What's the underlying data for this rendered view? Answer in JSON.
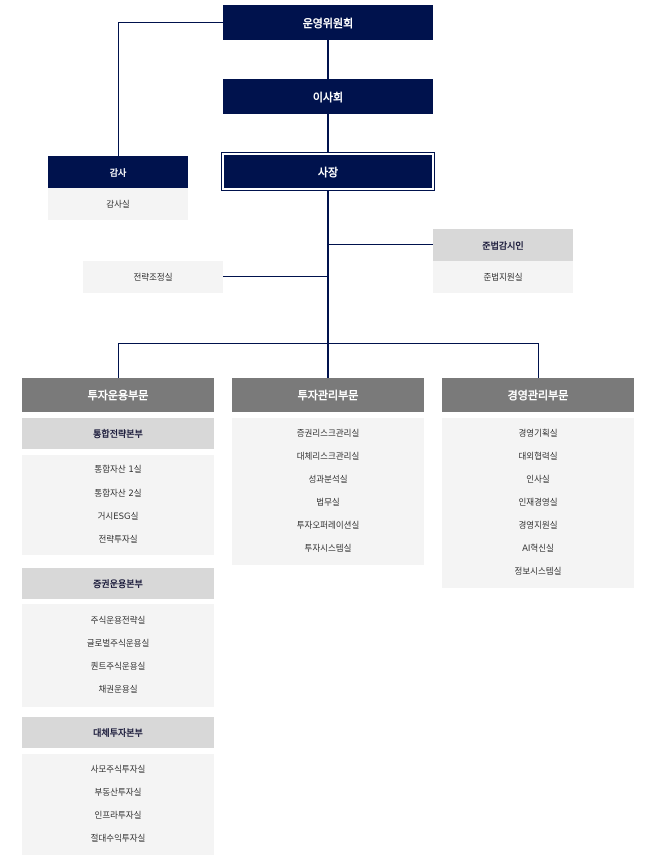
{
  "top": {
    "committee": "운영위원회",
    "board": "이사회",
    "ceo": "사장"
  },
  "audit": {
    "title": "감사",
    "office": "감사실"
  },
  "compliance": {
    "title": "준법감시인",
    "office": "준법지원실"
  },
  "strategy_office": "전략조정실",
  "divisions": [
    {
      "title": "투자운용부문",
      "groups": [
        {
          "title": "통합전략본부",
          "items": [
            "통합자산 1실",
            "통합자산 2실",
            "거시ESG실",
            "전략투자실"
          ]
        },
        {
          "title": "증권운용본부",
          "items": [
            "주식운용전략실",
            "글로벌주식운용실",
            "퀀트주식운용실",
            "채권운용실"
          ]
        },
        {
          "title": "대체투자본부",
          "items": [
            "사모주식투자실",
            "부동산투자실",
            "인프라투자실",
            "절대수익투자실"
          ]
        }
      ]
    },
    {
      "title": "투자관리부문",
      "items": [
        "증권리스크관리실",
        "대체리스크관리실",
        "성과분석실",
        "법무실",
        "투자오퍼레이션실",
        "투자시스템실"
      ]
    },
    {
      "title": "경영관리부문",
      "items": [
        "경영기획실",
        "대외협력실",
        "인사실",
        "인재경영실",
        "경영지원실",
        "AI혁신실",
        "정보시스템실"
      ]
    }
  ],
  "colors": {
    "navy": "#00124d",
    "header_gray": "#7a7a7a",
    "sub_gray": "#d8d8d8",
    "light": "#f4f4f4"
  }
}
